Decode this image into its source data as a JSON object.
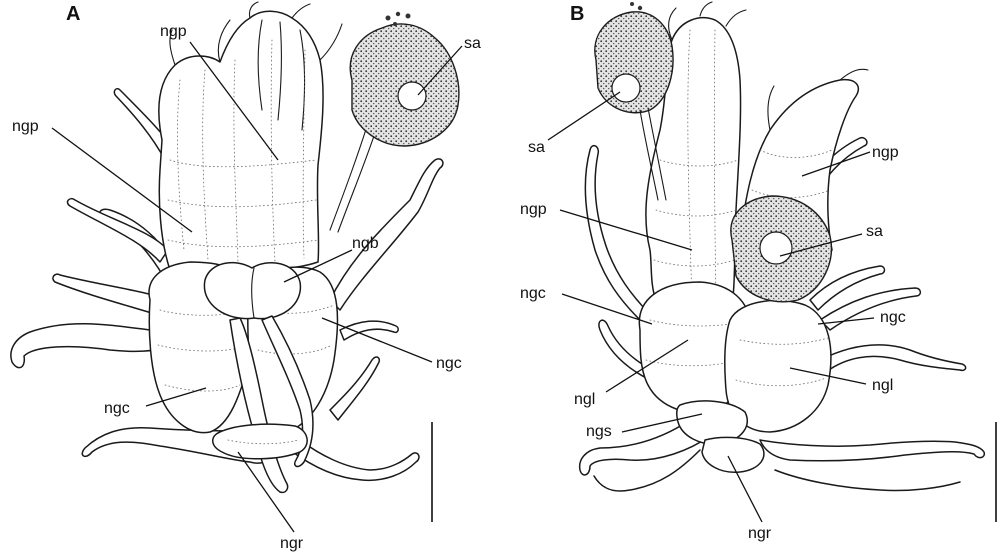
{
  "panels": [
    {
      "letter": "A",
      "labels": {
        "ngp_top": "ngp",
        "sa": "sa",
        "ngp_left": "ngp",
        "ngb": "ngb",
        "ngc_right": "ngc",
        "ngc_left": "ngc",
        "ngr": "ngr"
      }
    },
    {
      "letter": "B",
      "labels": {
        "sa_left": "sa",
        "ngp_right": "ngp",
        "ngp_left": "ngp",
        "sa_right": "sa",
        "ngc_left": "ngc",
        "ngc_right": "ngc",
        "ngl_left": "ngl",
        "ngl_right": "ngl",
        "ngs": "ngs",
        "ngr": "ngr"
      }
    }
  ]
}
